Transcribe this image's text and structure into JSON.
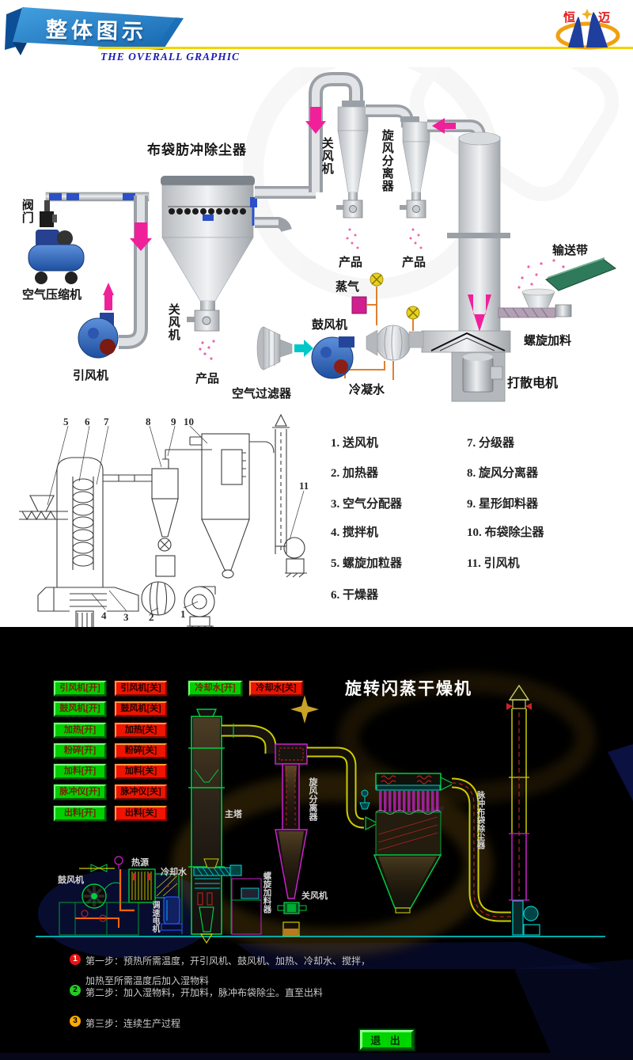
{
  "header": {
    "ribbon_title": "整体图示",
    "subtitle": "THE OVERALL GRAPHIC",
    "logo": {
      "char_left": "恒",
      "char_right": "迈"
    }
  },
  "top_diagram": {
    "valve": "阀门",
    "air_compressor": "空气压缩机",
    "induced_fan": "引风机",
    "bag_pulse_collector": "布袋肪冲除尘器",
    "collector_rotary_valve": "关风机",
    "product_bottom": "产品",
    "cyclone1_rotary_valve": "关风机",
    "cyclone_separator": "旋风分离器",
    "product_left": "产品",
    "product_right": "产品",
    "steam": "蒸气",
    "blower": "鼓风机",
    "condensate": "冷凝水",
    "air_filter": "空气过滤器",
    "scatter_motor": "打散电机",
    "screw_feeding": "螺旋加料",
    "conveyor_belt": "输送带"
  },
  "schematic": {
    "callouts": [
      "1",
      "2",
      "3",
      "4",
      "5",
      "6",
      "7",
      "8",
      "9",
      "10",
      "11"
    ],
    "legend_col1": [
      "1. 送风机",
      "2. 加热器",
      "3. 空气分配器",
      "4. 搅拌机",
      "5. 螺旋加粒器",
      "6. 干燥器"
    ],
    "legend_col2": [
      "7. 分级器",
      "8. 旋风分离器",
      "9. 星形卸料器",
      "10. 布袋除尘器",
      "11. 引风机"
    ]
  },
  "control_panel": {
    "title": "旋转闪蒸干燥机",
    "buttons_on": [
      "引风机[开]",
      "鼓风机[开]",
      "加热[开]",
      "粉碎[开]",
      "加料[开]",
      "脉冲仪[开]",
      "出料[开]"
    ],
    "buttons_off": [
      "引风机[关]",
      "鼓风机[关]",
      "加热[关]",
      "粉碎[关]",
      "加料[关]",
      "脉冲仪[关]",
      "出料[关]"
    ],
    "cooling_on": "冷却水[开]",
    "cooling_off": "冷却水[关]",
    "diagram_labels": {
      "main_tower": "主塔",
      "cyclone": "旋风分离器",
      "screw_feeder": "螺旋加料器",
      "rotary_valve": "关风机",
      "pulse_bag_collector": "脉冲布袋除尘器",
      "blower": "鼓风机",
      "heat_source": "热源",
      "cooling_water": "冷却水",
      "speed_motor": "调速电机"
    },
    "steps": [
      {
        "num": "1",
        "text": "第一步：预热所需温度，开引风机、鼓风机、加热、冷却水、搅拌，",
        "text2": "加热至所需温度后加入湿物料"
      },
      {
        "num": "2",
        "text": "第二步：加入湿物料，开加料，脉冲布袋除尘。直至出料",
        "text2": ""
      },
      {
        "num": "3",
        "text": "第三步：连续生产过程",
        "text2": ""
      }
    ],
    "exit_label": "退 出"
  },
  "colors": {
    "ribbon_blue": "#2e8fd4",
    "line_yellow": "#f2d300",
    "button_green": "#00cf00",
    "button_red": "#ee1400",
    "exit_green": "#00d400",
    "cad_green": "#00cc44",
    "cad_magenta": "#cc22cc",
    "cad_yellow": "#cccc00",
    "cad_cyan": "#00cccc",
    "arrow_pink": "#f0209a"
  }
}
